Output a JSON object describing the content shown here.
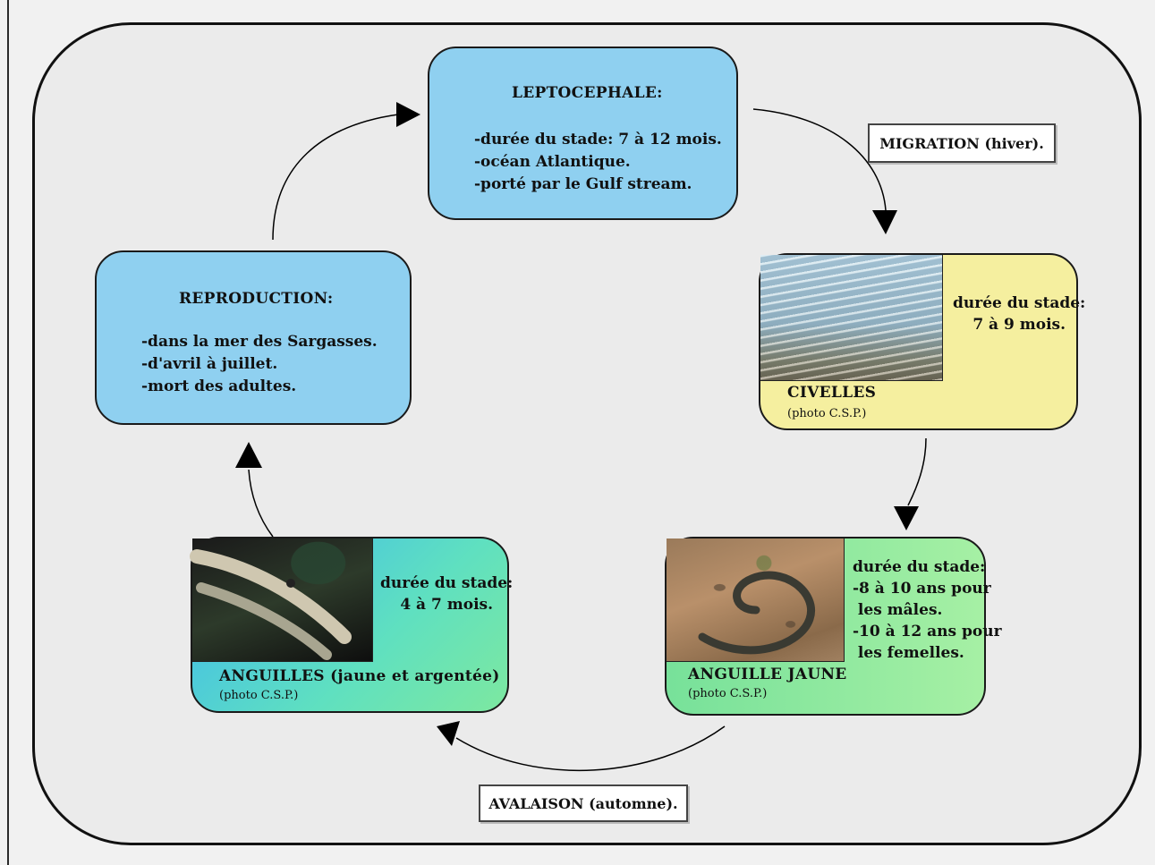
{
  "leptocephale": {
    "title": "LEPTOCEPHALE:",
    "lines": [
      "-durée du stade: 7 à 12 mois.",
      "-océan Atlantique.",
      "-porté par le Gulf stream."
    ]
  },
  "migration_label": "MIGRATION (hiver).",
  "civelles": {
    "duree_line1": "durée du stade:",
    "duree_line2": "7 à 9 mois.",
    "name": "CIVELLES",
    "photo_credit": "(photo C.S.P.)"
  },
  "anguille_jaune": {
    "duree_lines": [
      "durée du stade:",
      "-8 à 10 ans pour",
      " les mâles.",
      "-10 à 12 ans pour",
      " les femelles."
    ],
    "name": "ANGUILLE JAUNE",
    "photo_credit": "(photo C.S.P.)"
  },
  "avalaison_label": "AVALAISON (automne).",
  "anguilles": {
    "duree_line1": "durée du stade:",
    "duree_line2": "4 à 7 mois.",
    "name": "ANGUILLES (jaune et argentée)",
    "photo_credit": "(photo C.S.P.)"
  },
  "reproduction": {
    "title": "REPRODUCTION:",
    "lines": [
      "-dans la mer des Sargasses.",
      "-d'avril à juillet.",
      "-mort des adultes."
    ]
  },
  "colors": {
    "blue_box": "#8fd0f0",
    "yellow_box": "#f5ef9f",
    "green_box": "#8fe8a0",
    "teal_box": "#3db7f0"
  }
}
